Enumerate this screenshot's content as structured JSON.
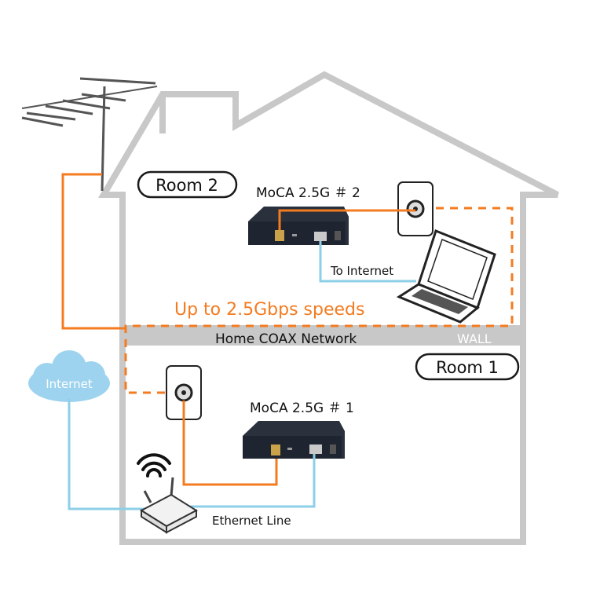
{
  "diagram": {
    "room2": {
      "label": "Room 2"
    },
    "room1": {
      "label": "Room 1"
    },
    "device2": {
      "label": "MoCA 2.5G ＃ 2"
    },
    "device1": {
      "label": "MoCA 2.5G ＃ 1"
    },
    "to_internet": "To Internet",
    "speed": "Up to 2.5Gbps speeds",
    "network": "Home COAX Network",
    "wall": "WALL",
    "cloud": "Internet",
    "ethernet": "Ethernet Line"
  },
  "colors": {
    "house": "#c8c8c8",
    "coax": "#f47b20",
    "ethernet": "#8ecfe8",
    "cloud": "#9dd3ef",
    "device": "#1f2530"
  }
}
